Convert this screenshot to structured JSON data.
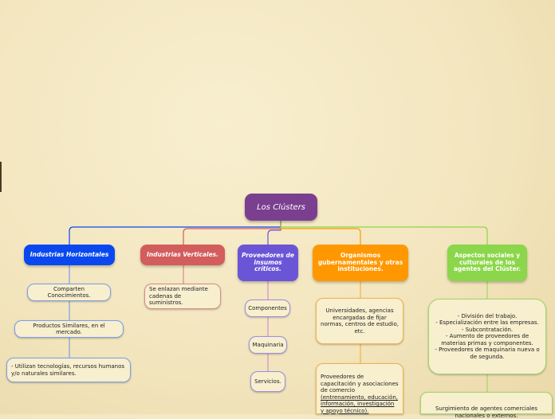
{
  "root": {
    "title": "Los Clústers"
  },
  "branches": [
    {
      "title": "Industrias Horizontales",
      "color": "#0a48ef",
      "items": [
        "Comparten Conocimientos.",
        "Productos Similares, en el mercado.",
        "- Utilizan tecnologías, recursos humanos y/o naturales similares."
      ]
    },
    {
      "title": "Industrias Verticales.",
      "color": "#d35c5c",
      "items": [
        "Se enlazan mediante cadenas de suministros."
      ]
    },
    {
      "title": "Proveedores de insumos críticos.",
      "color": "#6a55d6",
      "items": [
        "Componentes",
        "Maquinaria",
        "Servicios."
      ]
    },
    {
      "title": "Organismos gubernamentales y otras instituciones.",
      "color": "#ff9800",
      "items": [
        "Universidades, agencias encargadas de fijar normas, centros de estudio, etc.",
        "Proveedores de capacitación y asociaciones de comercio",
        "(entrenamiento, educación, información, investigación y apoyo técnico)."
      ]
    },
    {
      "title": "Aspectos sociales y culturales de los agentes del Clúster.",
      "color": "#8bd64a",
      "items": [
        "- División del trabajo.",
        "- Especialización entre las empresas.",
        "- Subcontratación.",
        "- Aumento de proveedores de materias primas y componentes.",
        "- Proveedores de maquinaria nueva o de segunda.",
        "Surgimiento de agentes comerciales nacionales o externos."
      ]
    }
  ]
}
